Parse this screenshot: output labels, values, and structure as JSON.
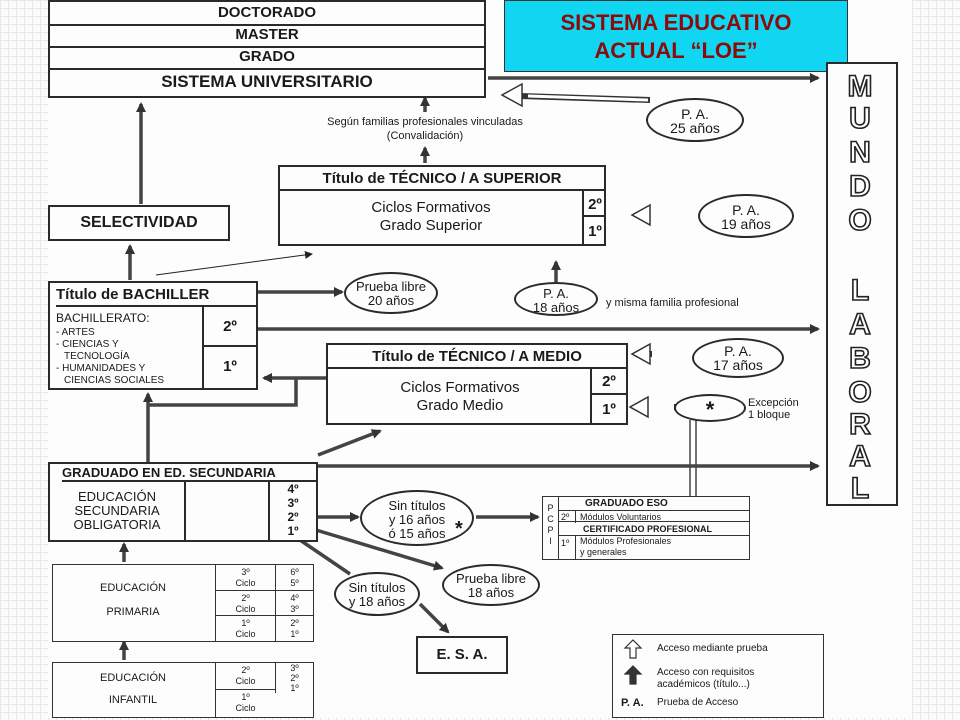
{
  "title": {
    "line1": "SISTEMA EDUCATIVO",
    "line2": "ACTUAL “LOE”"
  },
  "university": {
    "doctorado": "DOCTORADO",
    "master": "MASTER",
    "grado": "GRADO",
    "sistema": "SISTEMA UNIVERSITARIO"
  },
  "familias_note": {
    "line1": "Según familias profesionales vinculadas",
    "line2": "(Convalidación)"
  },
  "pa25": {
    "line1": "P. A.",
    "line2": "25 años"
  },
  "pa19": {
    "line1": "P. A.",
    "line2": "19 años"
  },
  "pa18": {
    "line1": "P. A.",
    "line2": "18 años"
  },
  "pa18_note": "y misma familia profesional",
  "pa17": {
    "line1": "P. A.",
    "line2": "17 años"
  },
  "asterisk": "*",
  "excepcion": {
    "line1": "Excepción",
    "line2": "1 bloque"
  },
  "tecnico_superior": {
    "title": "Título de TÉCNICO / A SUPERIOR",
    "line1": "Ciclos Formativos",
    "line2": "Grado Superior",
    "y2": "2º",
    "y1": "1º"
  },
  "selectividad": "SELECTIVIDAD",
  "bachiller": {
    "title": "Título de BACHILLER",
    "label": "BACHILLERATO:",
    "items": [
      "- ARTES",
      "- CIENCIAS Y",
      "  TECNOLOGÍA",
      "- HUMANIDADES Y",
      "  CIENCIAS SOCIALES"
    ],
    "y2": "2º",
    "y1": "1º"
  },
  "prueba_libre_20": {
    "line1": "Prueba libre",
    "line2": "20 años"
  },
  "tecnico_medio": {
    "title": "Título de TÉCNICO / A MEDIO",
    "line1": "Ciclos Formativos",
    "line2": "Grado Medio",
    "y2": "2º",
    "y1": "1º"
  },
  "eso": {
    "title": "GRADUADO EN ED. SECUNDARIA",
    "line1": "EDUCACIÓN",
    "line2": "SECUNDARIA",
    "line3": "OBLIGATORIA",
    "years": [
      "4º",
      "3º",
      "2º",
      "1º"
    ]
  },
  "sin_titulos_16": {
    "line1": "Sin títulos",
    "line2": "y 16 años",
    "line3": "ó 15 años",
    "star": "*"
  },
  "pcpi": {
    "letters": [
      "P",
      "C",
      "P",
      "I"
    ],
    "graduado": "GRADUADO ESO",
    "y2": "2º",
    "modulos_voluntarios": "Módulos Voluntarios",
    "certificado": "CERTIFICADO PROFESIONAL",
    "y1": "1º",
    "modulos_prof1": "Módulos Profesionales",
    "modulos_prof2": "y generales"
  },
  "primaria": {
    "line1": "EDUCACIÓN",
    "line2": "PRIMARIA",
    "ciclos": [
      {
        "num": "3º",
        "label": "Ciclo",
        "years": "6º\n5º"
      },
      {
        "num": "2º",
        "label": "Ciclo",
        "years": "4º\n3º"
      },
      {
        "num": "1º",
        "label": "Ciclo",
        "years": "2º\n1º"
      }
    ]
  },
  "sin_titulos_18": {
    "line1": "Sin títulos",
    "line2": "y 18 años"
  },
  "prueba_libre_18": {
    "line1": "Prueba libre",
    "line2": "18 años"
  },
  "esa": "E. S. A.",
  "infantil": {
    "line1": "EDUCACIÓN",
    "line2": "INFANTIL",
    "ciclos": [
      {
        "num": "2º",
        "label": "Ciclo",
        "years": "3º\n2º\n1º"
      },
      {
        "num": "1º",
        "label": "Ciclo",
        "years": ""
      }
    ]
  },
  "mundo_laboral": [
    "M",
    "U",
    "N",
    "D",
    "O",
    "",
    "L",
    "A",
    "B",
    "O",
    "R",
    "A",
    "L"
  ],
  "legend": {
    "open_arrow": "Acceso mediante prueba",
    "filled_arrow1": "Acceso con requisitos",
    "filled_arrow2": "académicos (título...)",
    "pa_abbr": "P. A.",
    "pa_text": "Prueba de Acceso"
  }
}
